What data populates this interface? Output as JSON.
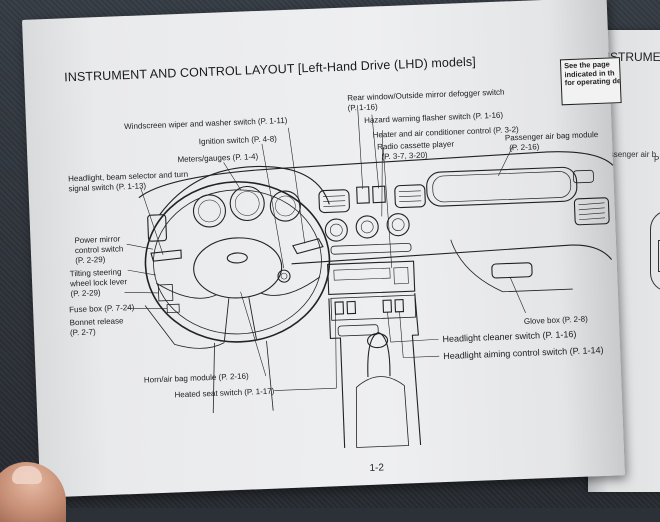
{
  "page": {
    "title": "INSTRUMENT AND CONTROL LAYOUT [Left-Hand Drive (LHD) models]",
    "page_number": "1-2",
    "notice_lines": [
      "See the page",
      "indicated in th",
      "for operating de"
    ]
  },
  "right_page": {
    "title": "INSTRUMENT",
    "label": "Passenger air b",
    "partial_p": "P"
  },
  "labels": {
    "wiper": "Windscreen wiper and washer switch (P. 1-11)",
    "ignition": "Ignition switch (P. 4-8)",
    "meters": "Meters/gauges (P. 1-4)",
    "headlight_beam_1": "Headlight, beam selector and turn",
    "headlight_beam_2": "signal switch (P. 1-13)",
    "mirror_1": "Power mirror",
    "mirror_2": "control switch",
    "mirror_3": "(P. 2-29)",
    "tilt_1": "Tilting steering",
    "tilt_2": "wheel lock lever",
    "tilt_3": "(P. 2-29)",
    "fuse": "Fuse box (P. 7-24)",
    "bonnet_1": "Bonnet release",
    "bonnet_2": "(P. 2-7)",
    "horn": "Horn/air bag module (P. 2-16)",
    "heated_seat": "Heated seat switch (P. 1-17)",
    "defogger_1": "Rear window/Outside mirror defogger switch",
    "defogger_2": "(P. 1-16)",
    "hazard": "Hazard warning flasher switch (P. 1-16)",
    "heater": "Heater and air conditioner control (P. 3-2)",
    "radio_1": "Radio cassette player",
    "radio_2": "(P. 3-7, 3-20)",
    "pass_airbag_1": "Passenger air bag module",
    "pass_airbag_2": "(P. 2-16)",
    "glove": "Glove box (P. 2-8)",
    "hl_cleaner": "Headlight cleaner switch (P. 1-16)",
    "hl_aiming": "Headlight aiming control switch (P. 1-14)"
  }
}
